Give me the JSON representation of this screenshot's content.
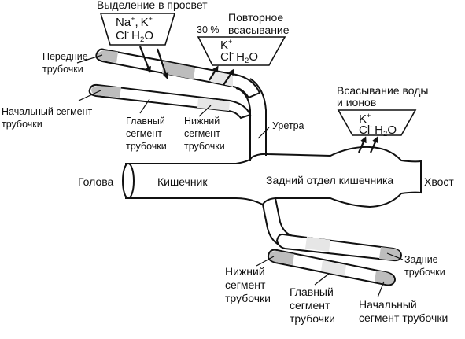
{
  "labels": {
    "secretion_title": "Выделение в просвет",
    "reabsorption_pct": "30 %",
    "reabsorption_title_1": "Повторное",
    "reabsorption_title_2": "всасывание",
    "absorption_title_1": "Всасывание воды",
    "absorption_title_2": "и ионов",
    "anterior_tubules_1": "Передние",
    "anterior_tubules_2": "трубочки",
    "initial_segment_top_1": "Начальный сегмент",
    "initial_segment_top_2": "трубочки",
    "main_segment_top_1": "Главный",
    "main_segment_top_2": "сегмент",
    "main_segment_top_3": "трубочки",
    "lower_segment_top_1": "Нижний",
    "lower_segment_top_2": "сегмент",
    "lower_segment_top_3": "трубочки",
    "ureter": "Уретра",
    "head": "Голова",
    "intestine": "Кишечник",
    "hindgut": "Задний отдел кишечника",
    "tail": "Хвост",
    "posterior_tubules_1": "Задние",
    "posterior_tubules_2": "трубочки",
    "lower_segment_bottom_1": "Нижний",
    "lower_segment_bottom_2": "сегмент",
    "lower_segment_bottom_3": "трубочки",
    "main_segment_bottom_1": "Главный",
    "main_segment_bottom_2": "сегмент",
    "main_segment_bottom_3": "трубочки",
    "initial_segment_bottom_1": "Начальный",
    "initial_segment_bottom_2": "сегмент трубочки"
  },
  "ions": {
    "na": "Na",
    "k": "K",
    "plus": "+",
    "comma": ",",
    "cl": "Cl",
    "minus": "-",
    "h": "H",
    "two": "2",
    "o": "O"
  },
  "colors": {
    "stroke": "#111111",
    "tube_fill": "#ffffff",
    "segment_shade": "#bdbdbd",
    "segment_light": "#e6e6e6"
  }
}
